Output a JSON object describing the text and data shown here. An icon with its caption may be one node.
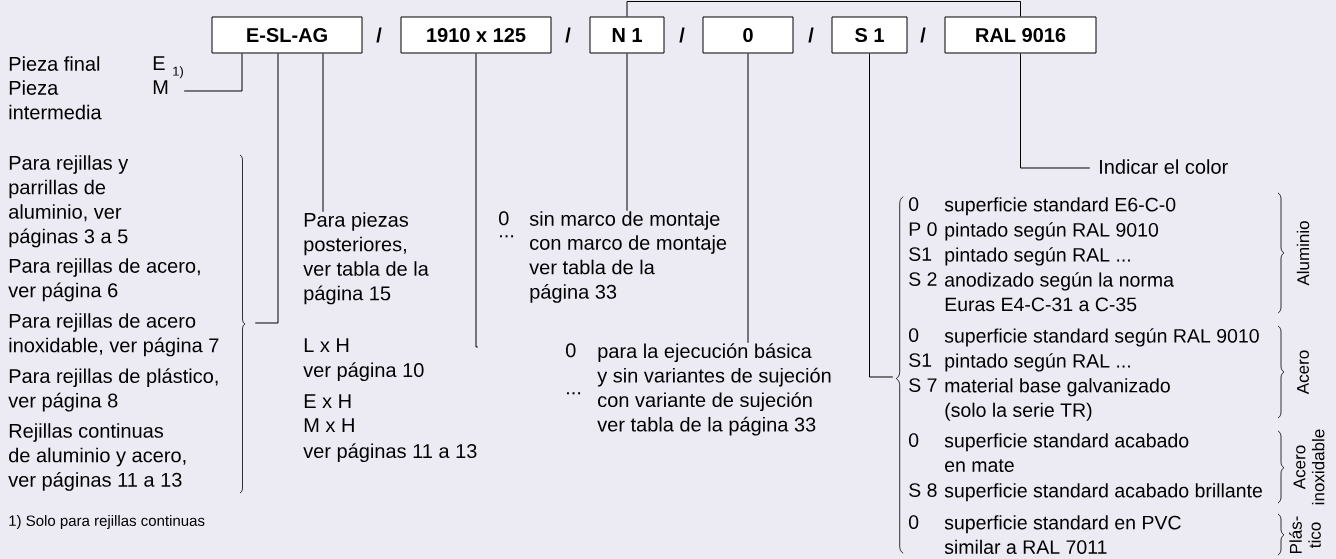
{
  "diagram": {
    "nodes": [
      {
        "text": [
          "E-SL-AG"
        ]
      },
      {
        "text": [
          "1910 x 125"
        ]
      },
      {
        "text": [
          "N 1"
        ]
      },
      {
        "text": [
          "0"
        ]
      },
      {
        "text": [
          "S 1"
        ]
      },
      {
        "text": [
          "RAL 9016"
        ]
      },
      {
        "text": [
          "Pieza final",
          "Pieza intermedia",
          "E",
          "M",
          "1)"
        ]
      },
      {
        "text": [
          "Para rejillas y parrillas de aluminio, ver páginas 3 a 5",
          "Para rejillas de acero, ver página 6",
          "Para rejillas de acero inoxidable, ver página 7",
          "Para rejillas de plástico, ver página 8",
          "Rejillas continuas de aluminio y acero, ver páginas 11 a 13"
        ]
      },
      {
        "text": [
          "Para piezas posteriores, ver tabla de la página 15"
        ]
      },
      {
        "text": [
          "L  x H",
          "ver página 10",
          "E  x H",
          "M x H",
          "ver páginas 11 a 13"
        ]
      },
      {
        "text": [
          "0",
          "sin marco de montaje",
          "...",
          "con marco de montaje ver tabla de la página 33"
        ]
      },
      {
        "text": [
          "0",
          "para la ejecución básica y sin variantes de sujeción",
          "...",
          "con variante de sujeción ver tabla de la página 33"
        ]
      },
      {
        "text": [
          "Indicar el color"
        ]
      },
      {
        "text": [],
        "shape": "brace"
      },
      {
        "text": [
          "0",
          "superficie standard E6-C-0",
          "P 0",
          "pintado según RAL 9010",
          "S1",
          "pintado según RAL ...",
          "S 2",
          "anodizado según la norma Euras E4-C-31 a C-35",
          "Aluminio"
        ]
      },
      {
        "text": [
          "0",
          "superficie standard según RAL 9010",
          "S1",
          "pintado según RAL ...",
          "S 7",
          "material base galvanizado (solo la serie TR)",
          "Acero"
        ]
      },
      {
        "text": [
          "0",
          "superficie standard acabado en mate",
          "S 8",
          "superficie standard acabado brillante",
          "Acero inoxidable"
        ]
      },
      {
        "text": [
          "0",
          "superficie standard en PVC similar a RAL 7011",
          "Plás- tico"
        ]
      }
    ],
    "edges": [
      {
        "from": 0,
        "to": 6,
        "arrow": "none"
      },
      {
        "from": 0,
        "to": 7,
        "arrow": "none"
      },
      {
        "from": 0,
        "to": 8,
        "arrow": "none"
      },
      {
        "from": 1,
        "to": 9,
        "arrow": "none"
      },
      {
        "from": 2,
        "to": 10,
        "arrow": "none"
      },
      {
        "from": 3,
        "to": 11,
        "arrow": "none"
      },
      {
        "from": 4,
        "to": 13,
        "arrow": "none"
      },
      {
        "from": 5,
        "to": 12,
        "arrow": "none"
      },
      {
        "from": 2,
        "to": 5,
        "arrow": "none"
      }
    ],
    "labels": [
      "/",
      "/",
      "/",
      "/",
      "/",
      "1) Solo para rejillas continuas"
    ]
  }
}
